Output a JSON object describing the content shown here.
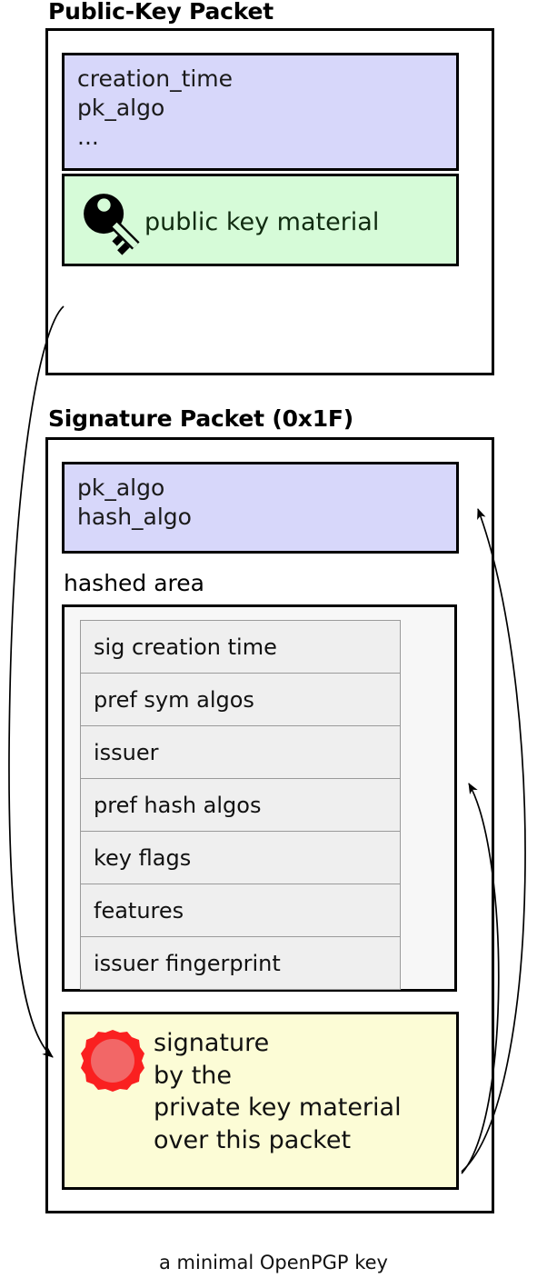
{
  "diagram": {
    "caption": "a minimal OpenPGP key",
    "colors": {
      "purple_block": "#d7d7fa",
      "green_block": "#d6fbd8",
      "yellow_block": "#fcfcd6",
      "area_box": "#f7f7f7",
      "subpacket_row": "#efefef",
      "seal_red": "#fa2020",
      "seal_inner": "#f26767",
      "stroke": "#000000"
    }
  },
  "public_key_packet": {
    "title": "Public-Key Packet",
    "header_fields": [
      "creation_time",
      "pk_algo",
      "..."
    ],
    "material": {
      "icon": "key-icon",
      "label": "public key material"
    }
  },
  "signature_packet": {
    "title": "Signature Packet (0x1F)",
    "header_fields": [
      "pk_algo",
      "hash_algo"
    ],
    "hashed_area": {
      "label": "hashed area",
      "subpackets": [
        "sig creation time",
        "pref sym algos",
        "issuer",
        "pref hash algos",
        "key flags",
        "features",
        "issuer fingerprint"
      ]
    },
    "signature_block": {
      "icon": "seal-icon",
      "lines": [
        "signature",
        "by the",
        "private key material",
        "over this packet"
      ]
    }
  }
}
